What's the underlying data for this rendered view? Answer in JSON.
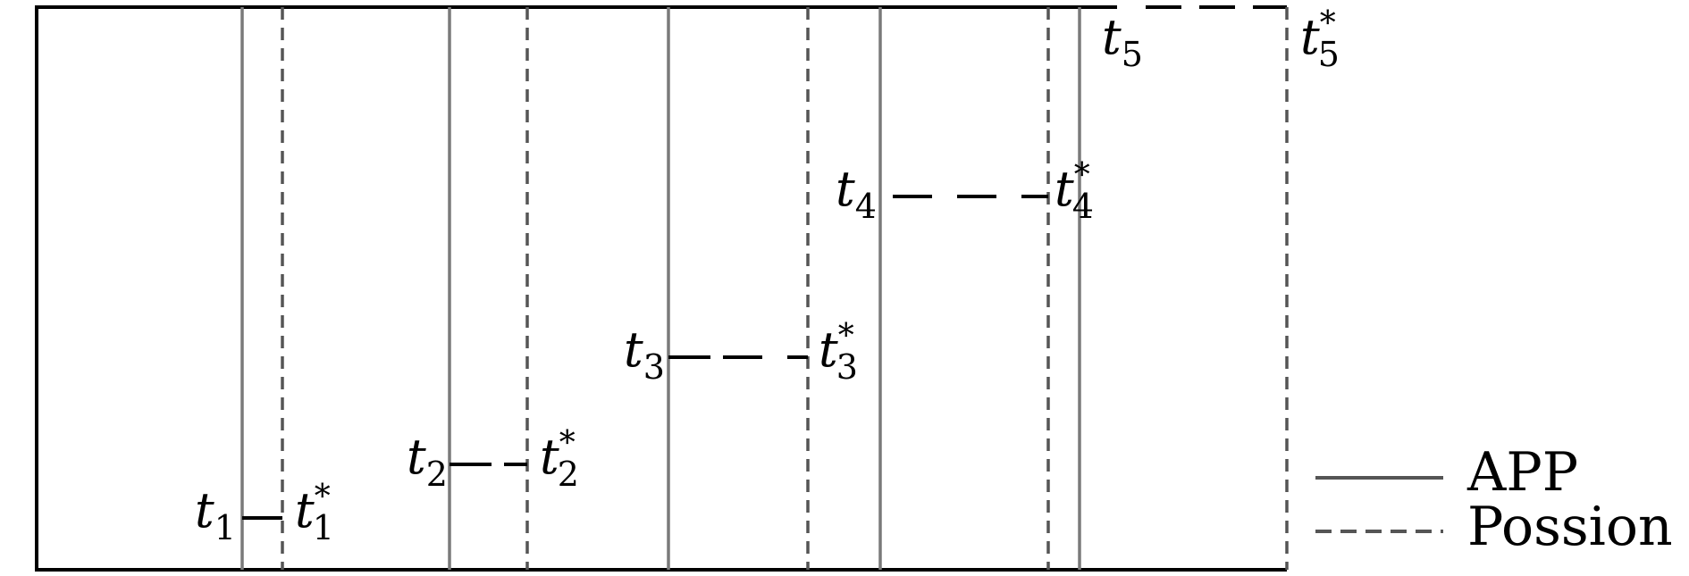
{
  "colors": {
    "frame": "#000000",
    "app_line": "#7a7a7a",
    "possion_line": "#555555",
    "connector": "#000000"
  },
  "events": [
    {
      "sym": "t",
      "index": "1",
      "star": "*"
    },
    {
      "sym": "t",
      "index": "2",
      "star": "*"
    },
    {
      "sym": "t",
      "index": "3",
      "star": "*"
    },
    {
      "sym": "t",
      "index": "4",
      "star": "*"
    },
    {
      "sym": "t",
      "index": "5",
      "star": "*"
    }
  ],
  "legend": {
    "app_label": "APP",
    "possion_label": "Possion"
  }
}
